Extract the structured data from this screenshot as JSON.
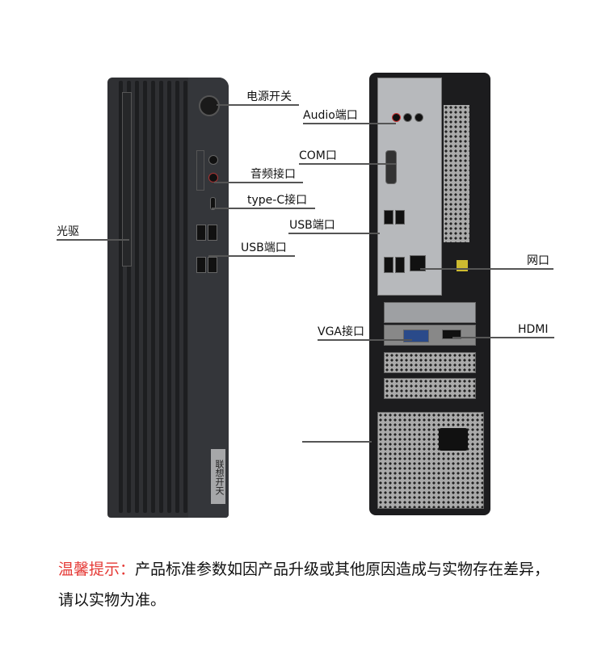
{
  "front_labels": {
    "power_switch": "电源开关",
    "audio_jack": "音频接口",
    "type_c": "type-C接口",
    "usb_front": "USB端口",
    "optical_drive": "光驱"
  },
  "rear_labels": {
    "audio_port": "Audio端口",
    "com_port": "COM口",
    "usb_rear": "USB端口",
    "network_port": "网口",
    "hdmi": "HDMI",
    "vga": "VGA接口"
  },
  "logo_text": "联想开天",
  "notice": {
    "prefix": "温馨提示：",
    "text": "产品标准参数如因产品升级或其他原因造成与实物存在差异，请以实物为准。"
  },
  "colors": {
    "notice_prefix": "#e53935",
    "chassis": "#2f3033"
  }
}
